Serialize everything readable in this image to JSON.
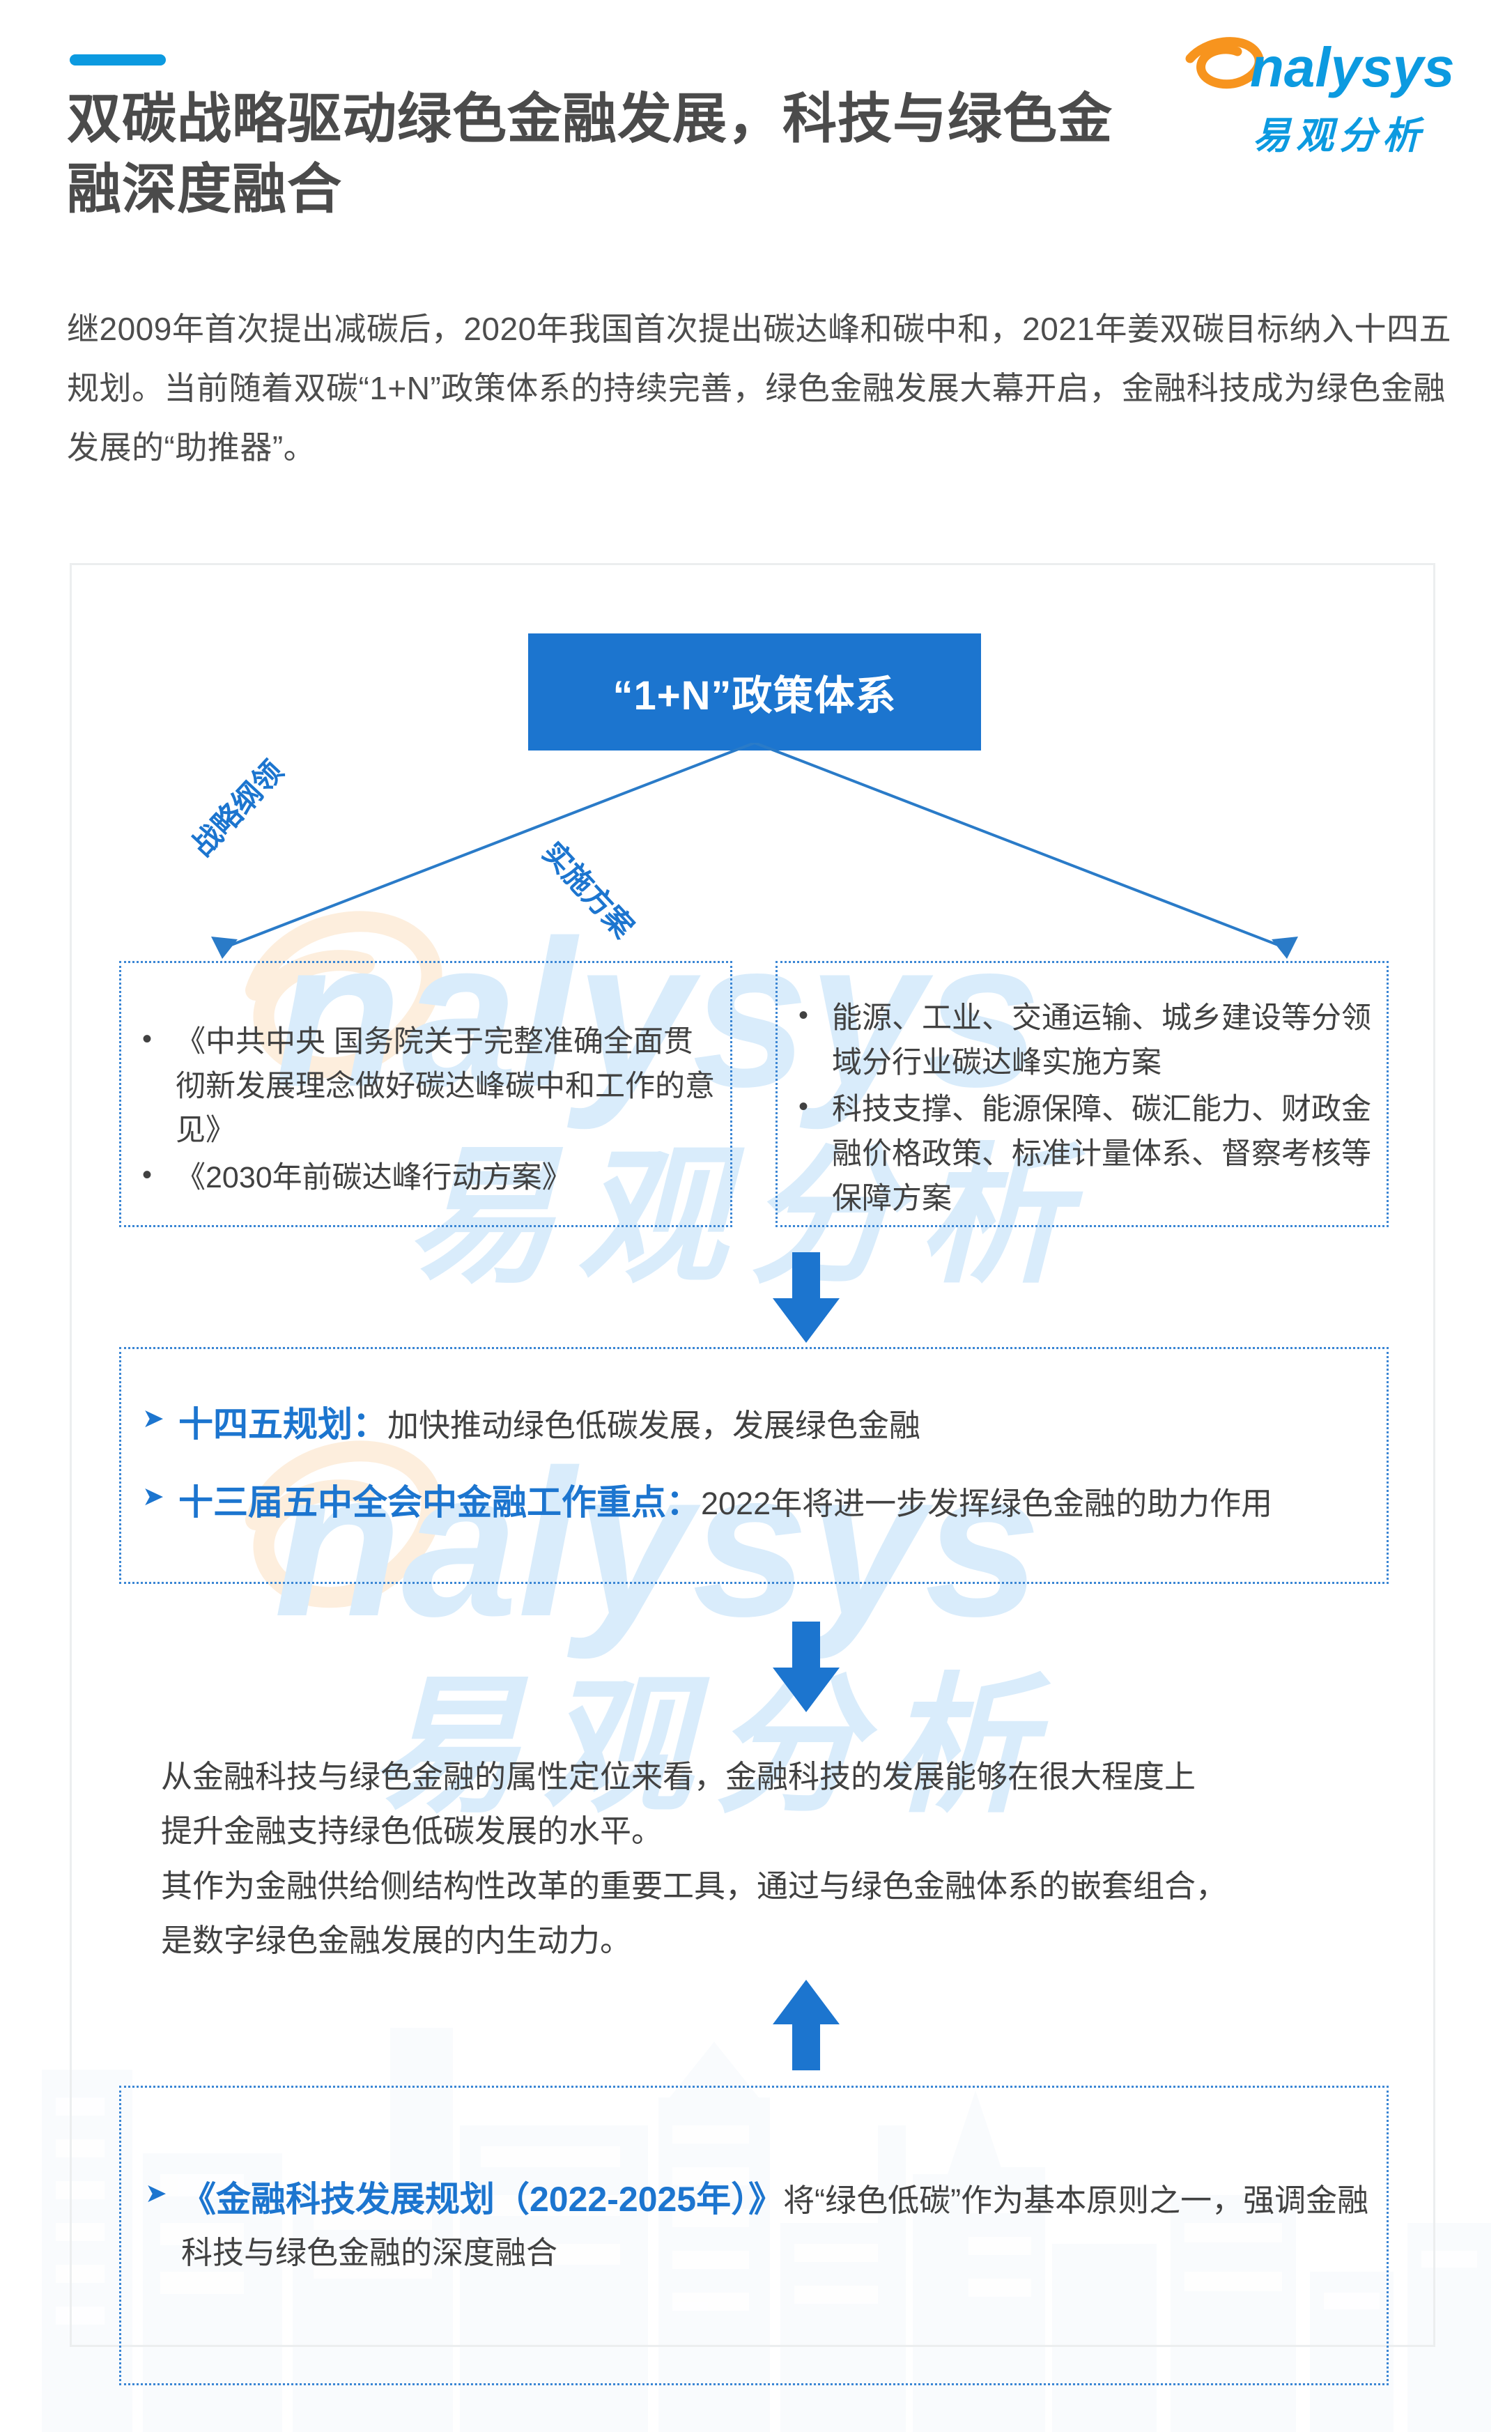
{
  "header": {
    "accent": "accent-bar",
    "title": "双碳战略驱动绿色金融发展，科技与绿色金融深度融合",
    "logo": {
      "wordmark": "analysys",
      "chinese": "易观分析",
      "orange": "#f7941e",
      "blue": "#0c9ae0"
    }
  },
  "intro": {
    "text": "继2009年首次提出减碳后，2020年我国首次提出碳达峰和碳中和，2021年姜双碳目标纳入十四五规划。当前随着双碳“1+N”政策体系的持续完善，绿色金融发展大幕开启，金融科技成为绿色金融发展的“助推器”。"
  },
  "diagram_data": {
    "type": "flowchart",
    "accent_color": "#1c75cf",
    "box_border_color": "#3b86d4",
    "watermark": "analysys 易观分析",
    "root": {
      "label": "“1+N”政策体系"
    },
    "branches": [
      {
        "label": "战略纲领",
        "side": "left"
      },
      {
        "label": "实施方案",
        "side": "right"
      }
    ],
    "branch_boxes": [
      {
        "side": "left",
        "bullets": [
          "《中共中央 国务院关于完整准确全面贯彻新发展理念做好碳达峰碳中和工作的意见》",
          "《2030年前碳达峰行动方案》"
        ]
      },
      {
        "side": "right",
        "bullets": [
          "能源、工业、交通运输、城乡建设等分领域分行业碳达峰实施方案",
          "科技支撑、能源保障、碳汇能力、财政金融价格政策、标准计量体系、督察考核等保障方案"
        ]
      }
    ],
    "plan_box": {
      "lines": [
        {
          "highlight": "十四五规划：",
          "body": "加快推动绿色低碳发展，发展绿色金融"
        },
        {
          "highlight": "十三届五中全会中金融工作重点：",
          "body": "2022年将进一步发挥绿色金融的助力作用"
        }
      ]
    },
    "middle_paragraph": {
      "lines": [
        "从金融科技与绿色金融的属性定位来看，金融科技的发展能够在很大程度上",
        "提升金融支持绿色低碳发展的水平。",
        "其作为金融供给侧结构性改革的重要工具，通过与绿色金融体系的嵌套组合，",
        "是数字绿色金融发展的内生动力。"
      ]
    },
    "fintech_box": {
      "line": {
        "highlight": "《金融科技发展规划（2022-2025年）》",
        "body": "将“绿色低碳”作为基本原则之一，强调金融科技与绿色金融的深度融合"
      }
    },
    "arrows": [
      {
        "name": "arrow-down-to-plan",
        "direction": "down"
      },
      {
        "name": "arrow-down-to-paragraph",
        "direction": "down"
      },
      {
        "name": "arrow-up-to-paragraph",
        "direction": "up"
      }
    ]
  }
}
